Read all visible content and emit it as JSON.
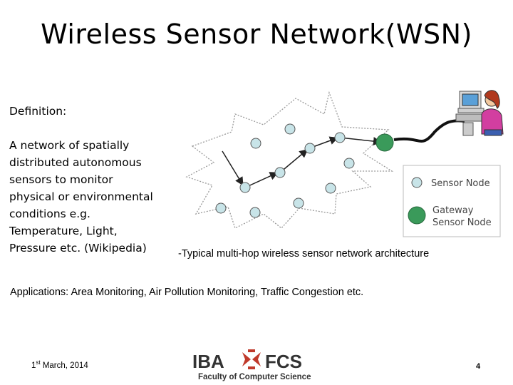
{
  "slide": {
    "title": "Wireless Sensor Network(WSN)",
    "definition_heading": "Definition:",
    "definition_lines": [
      "A network of spatially",
      "distributed autonomous",
      "sensors to monitor",
      "physical or environmental",
      "conditions e.g.",
      "Temperature, Light,",
      "Pressure etc. (Wikipedia)"
    ],
    "caption": "-Typical multi-hop wireless sensor network architecture",
    "applications": "Applications: Area Monitoring, Air Pollution Monitoring, Traffic Congestion etc.",
    "date_day": "1",
    "date_suffix": "st",
    "date_rest": " March, 2014",
    "logo_left": "IBA",
    "logo_right": "FCS",
    "logo_subtitle": "Faculty of Computer Science",
    "page_number": "4"
  },
  "diagram": {
    "legend": {
      "sensor_node": "Sensor Node",
      "gateway_line1": "Gateway",
      "gateway_line2": "Sensor Node"
    },
    "colors": {
      "sensor_node": "#c8e4e8",
      "gateway_node": "#3a9a5a",
      "logo_red": "#c0392b",
      "logo_dark": "#333333"
    }
  }
}
